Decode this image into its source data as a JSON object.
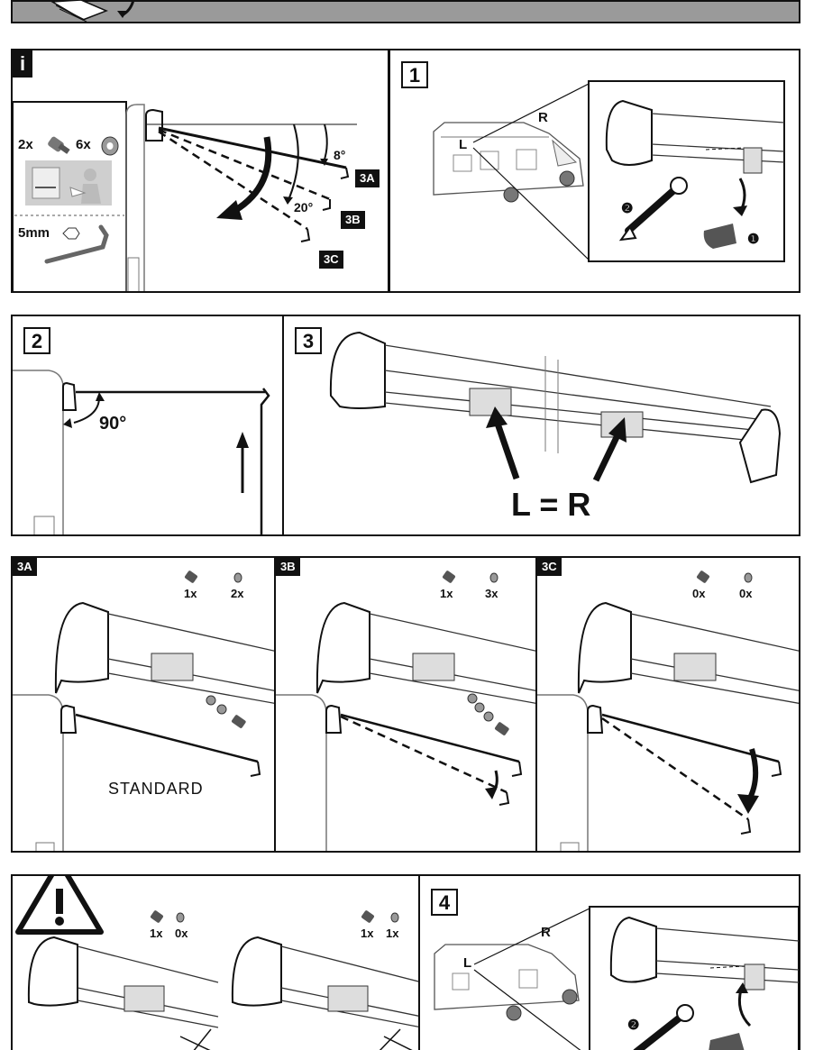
{
  "header": {
    "bar_color": "#9a9a9a"
  },
  "info_panel": {
    "tag": "i",
    "screws_count": "2x",
    "washers_count": "6x",
    "hex_key": "5mm",
    "angle_8": "8°",
    "angle_20": "20°",
    "labels": [
      "3A",
      "3B",
      "3C"
    ]
  },
  "step1": {
    "number": "1",
    "label_L": "L",
    "label_R": "R",
    "bullet1": "❶",
    "bullet2": "❷"
  },
  "step2": {
    "number": "2",
    "angle": "90°"
  },
  "step3": {
    "number": "3",
    "equation": "L = R"
  },
  "panel_3a": {
    "tag": "3A",
    "screws": "1x",
    "washers": "2x",
    "caption": "STANDARD"
  },
  "panel_3b": {
    "tag": "3B",
    "screws": "1x",
    "washers": "3x"
  },
  "panel_3c": {
    "tag": "3C",
    "screws": "0x",
    "washers": "0x"
  },
  "warning": {
    "left_screws": "1x",
    "left_washers": "0x",
    "right_screws": "1x",
    "right_washers": "1x"
  },
  "step4": {
    "number": "4",
    "label_L": "L",
    "label_R": "R",
    "bullet2": "❷"
  }
}
